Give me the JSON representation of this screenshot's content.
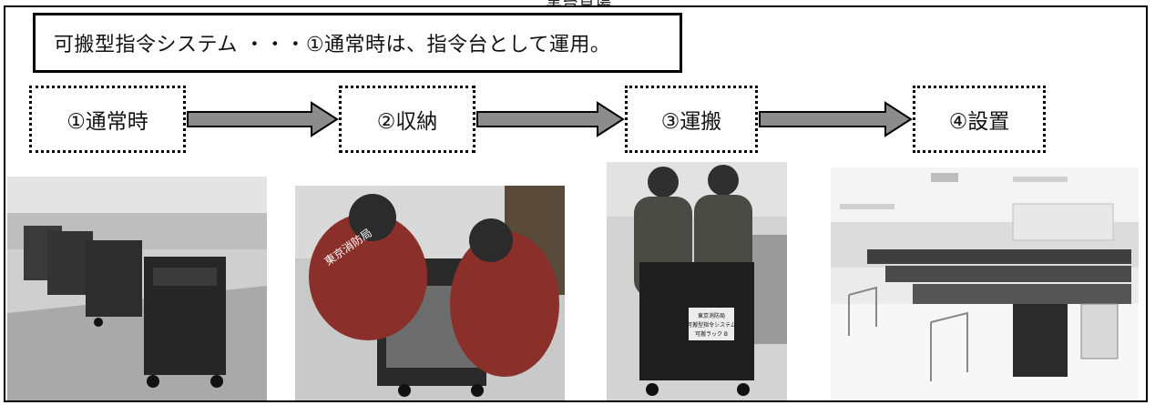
{
  "header": {
    "top_caption": "実台見場",
    "title": "可搬型指令システム ・・・①通常時は、指令台として運用。"
  },
  "steps": [
    {
      "label": "①通常時"
    },
    {
      "label": "②収納"
    },
    {
      "label": "③運搬"
    },
    {
      "label": "④設置"
    }
  ],
  "photos": [
    {
      "desc": "normal-operation-racks"
    },
    {
      "desc": "storing-equipment"
    },
    {
      "desc": "transporting-rack"
    },
    {
      "desc": "installed-command-room"
    }
  ],
  "photo_text": {
    "vest": "東京消防局",
    "rack_label_1": "東京消防局",
    "rack_label_2": "可搬型指令システム",
    "rack_label_3": "可搬ラック B"
  },
  "colors": {
    "arrow_fill": "#8c8c8c",
    "border": "#000000"
  }
}
